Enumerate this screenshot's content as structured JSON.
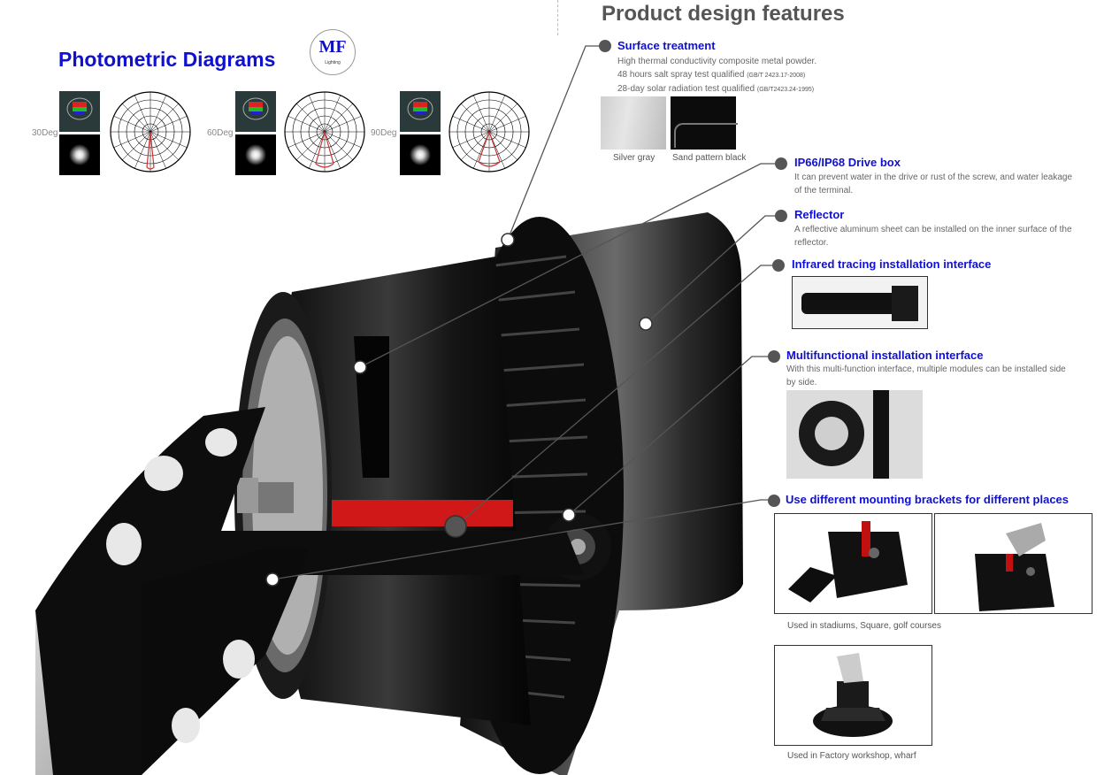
{
  "photometric": {
    "title": "Photometric Diagrams",
    "logo_text": "MF",
    "logo_sub": "Lighting",
    "items": [
      {
        "label": "30Deg"
      },
      {
        "label": "60Deg"
      },
      {
        "label": "90Deg"
      }
    ]
  },
  "design": {
    "title": "Product design features",
    "features": {
      "surface": {
        "title": "Surface treatment",
        "line1": "High thermal conductivity composite metal powder.",
        "line2": "48 hours salt spray test qualified",
        "line2_std": "(GB/T 2423.17-2008)",
        "line3": "28-day solar radiation test qualified",
        "line3_std": "(GB/T2423.24-1995)",
        "swatch1": "Silver gray",
        "swatch2": "Sand pattern black"
      },
      "drive": {
        "title": "IP66/IP68 Drive box",
        "line1": "It can prevent water in the drive or rust of the screw, and water leakage",
        "line2": "of the terminal."
      },
      "reflector": {
        "title": "Reflector",
        "line1": "A reflective aluminum sheet can be installed on the inner surface of the",
        "line2": "reflector."
      },
      "infrared": {
        "title": "Infrared tracing installation interface"
      },
      "multi": {
        "title": "Multifunctional installation interface",
        "line1": "With this multi-function interface, multiple modules can be installed side",
        "line2": "by side."
      },
      "brackets": {
        "title": "Use different mounting brackets for different places",
        "caption1": "Used in stadiums, Square, golf courses",
        "caption2": "Used in Factory workshop, wharf"
      }
    }
  }
}
